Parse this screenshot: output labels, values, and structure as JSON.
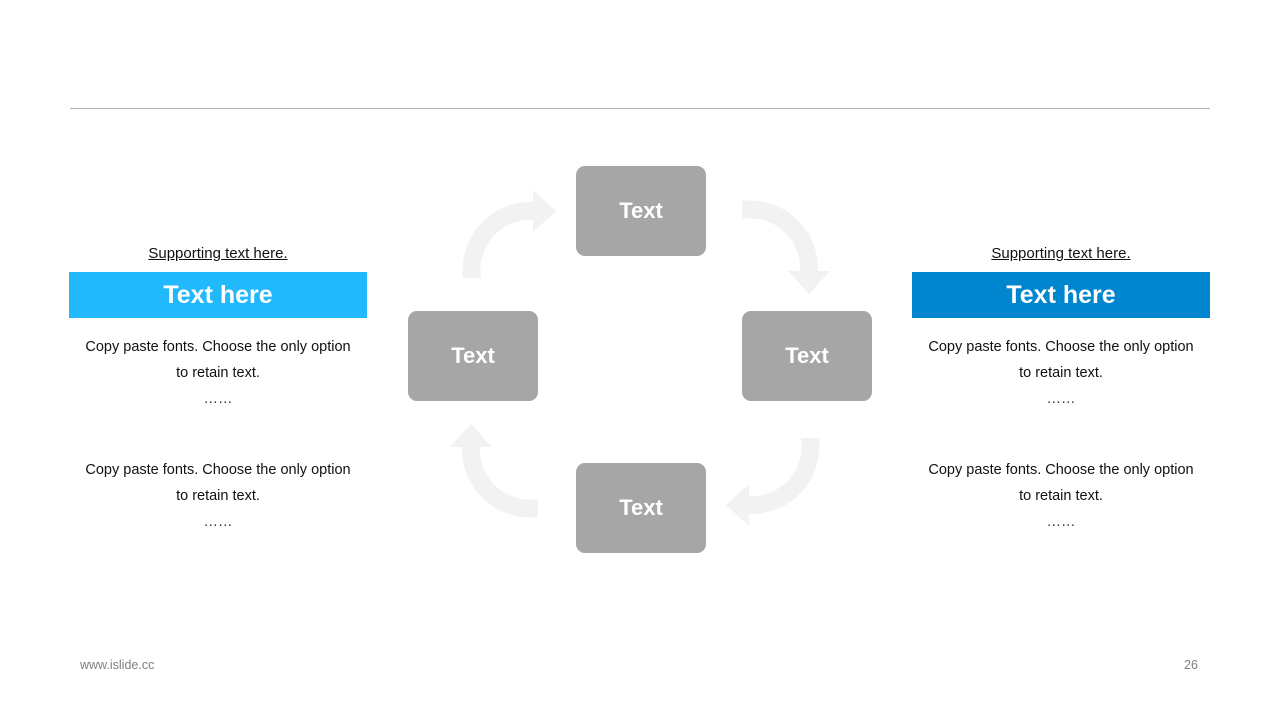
{
  "left_panel": {
    "supporting": "Supporting text here.",
    "title": "Text here",
    "title_color": "#21b8fc",
    "paragraphs": [
      {
        "text": "Copy paste fonts. Choose the only option to retain text.",
        "ellipsis": "……"
      },
      {
        "text": "Copy paste fonts. Choose the only option to retain text.",
        "ellipsis": "……"
      }
    ]
  },
  "right_panel": {
    "supporting": "Supporting text here.",
    "title": "Text here",
    "title_color": "#0085cf",
    "paragraphs": [
      {
        "text": "Copy paste fonts. Choose the only option to retain text.",
        "ellipsis": "……"
      },
      {
        "text": "Copy paste fonts. Choose the only option to retain text.",
        "ellipsis": "……"
      }
    ]
  },
  "cycle": {
    "node_color": "#a6a6a6",
    "arrow_color": "#f2f2f2",
    "nodes": {
      "top": "Text",
      "right": "Text",
      "bottom": "Text",
      "left": "Text"
    }
  },
  "footer": {
    "url": "www.islide.cc",
    "page_number": "26"
  }
}
